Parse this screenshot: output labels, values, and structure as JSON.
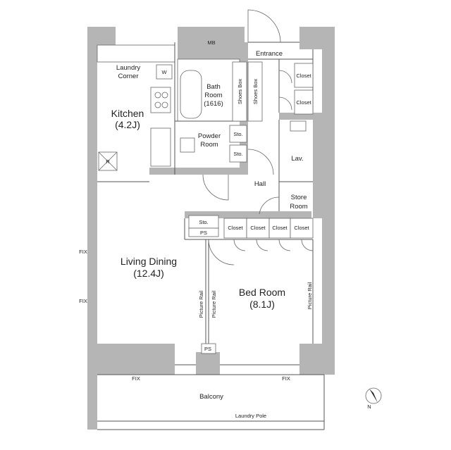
{
  "rooms": {
    "mb": "MB",
    "entrance": "Entrance",
    "laundry_1": "Laundry",
    "laundry_2": "Corner",
    "w": "W",
    "kitchen": "Kitchen",
    "kitchen_size": "(4.2J)",
    "bath_1": "Bath",
    "bath_2": "Room",
    "bath_size": "(1616)",
    "shoes_box_1": "Shoes Box",
    "shoes_box_2": "Shoes Box",
    "closet_entrance_1": "Closet",
    "closet_entrance_2": "Closet",
    "powder_1": "Powder",
    "powder_2": "Room",
    "sto_1": "Sto.",
    "sto_2": "Sto.",
    "sto_3": "Sto.",
    "r": "R",
    "lav": "Lav.",
    "hall": "Hall",
    "store_1": "Store",
    "store_2": "Room",
    "ps_1": "PS",
    "ps_2": "PS",
    "closet_1": "Closet",
    "closet_2": "Closet",
    "closet_3": "Closet",
    "closet_4": "Closet",
    "living": "Living Dining",
    "living_size": "(12.4J)",
    "bed": "Bed Room",
    "bed_size": "(8.1J)",
    "picture_rail_1": "Picture Rail",
    "picture_rail_2": "Picture Rail",
    "picture_rail_3": "Picture Rail",
    "fix_1": "FIX",
    "fix_2": "FIX",
    "fix_3": "FIX",
    "fix_4": "FIX",
    "balcony": "Balcony",
    "laundry_pole": "Laundry Pole",
    "north": "N"
  }
}
